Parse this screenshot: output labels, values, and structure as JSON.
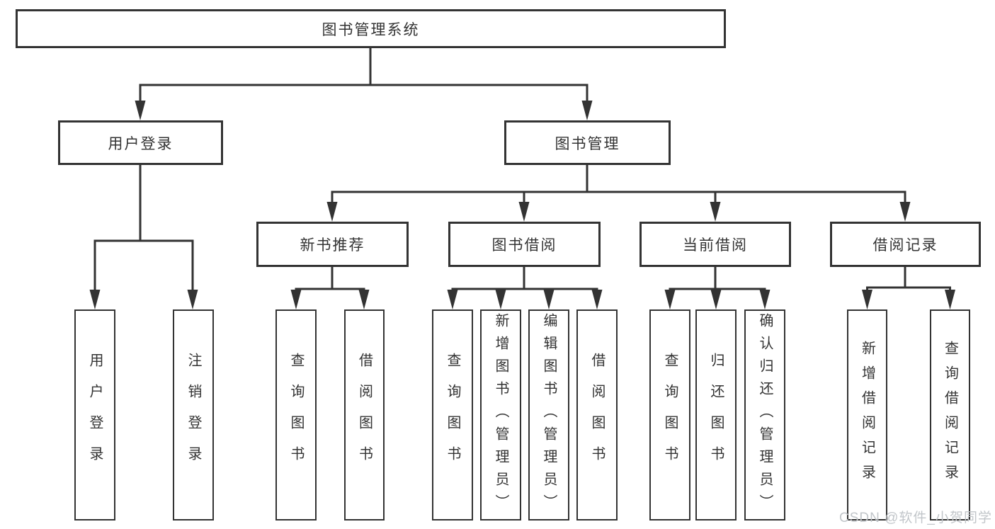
{
  "tree": {
    "label": "图书管理系统",
    "children": [
      {
        "label": "用户登录",
        "children": [
          {
            "label": "用户登录"
          },
          {
            "label": "注销登录"
          }
        ]
      },
      {
        "label": "图书管理",
        "children": [
          {
            "label": "新书推荐",
            "children": [
              {
                "label": "查询图书"
              },
              {
                "label": "借阅图书"
              }
            ]
          },
          {
            "label": "图书借阅",
            "children": [
              {
                "label": "查询图书"
              },
              {
                "label": "新增图书（管理员）"
              },
              {
                "label": "编辑图书（管理员）"
              },
              {
                "label": "借阅图书"
              }
            ]
          },
          {
            "label": "当前借阅",
            "children": [
              {
                "label": "查询图书"
              },
              {
                "label": "归还图书"
              },
              {
                "label": "确认归还（管理员）"
              }
            ]
          },
          {
            "label": "借阅记录",
            "children": [
              {
                "label": "新增借阅记录"
              },
              {
                "label": "查询借阅记录"
              }
            ]
          }
        ]
      }
    ]
  },
  "watermark": {
    "text": "CSDN @软件_小贺同学"
  },
  "colors": {
    "line": "#333333",
    "box_border": "#333333",
    "box_fill": "#ffffff",
    "text": "#333333",
    "watermark": "#c2c6ca"
  }
}
